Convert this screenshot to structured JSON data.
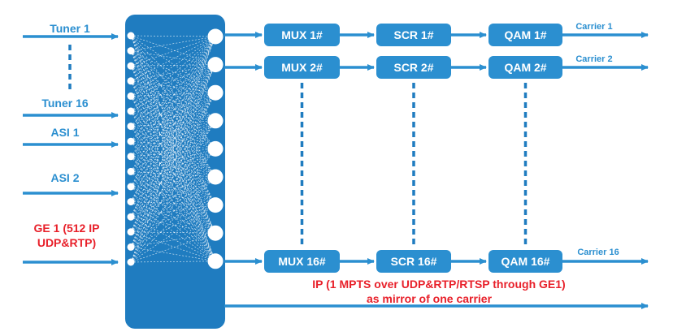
{
  "colors": {
    "primary_blue": "#2b8fd0",
    "dark_blue": "#1f7cc0",
    "red": "#e8202a",
    "white": "#ffffff"
  },
  "inputs": {
    "tuner1": "Tuner 1",
    "tuner16": "Tuner 16",
    "asi1": "ASI 1",
    "asi2": "ASI 2",
    "ge1_line1": "GE 1 (512 IP",
    "ge1_line2": "UDP&RTP)"
  },
  "chains": [
    {
      "mux": "MUX 1#",
      "scr": "SCR 1#",
      "qam": "QAM 1#",
      "carrier": "Carrier 1"
    },
    {
      "mux": "MUX 2#",
      "scr": "SCR 2#",
      "qam": "QAM 2#",
      "carrier": "Carrier 2"
    },
    {
      "mux": "MUX 16#",
      "scr": "SCR 16#",
      "qam": "QAM 16#",
      "carrier": "Carrier 16"
    }
  ],
  "ip_output": {
    "line1": "IP (1 MPTS over UDP&RTP/RTSP through GE1)",
    "line2": "as mirror of one carrier"
  }
}
